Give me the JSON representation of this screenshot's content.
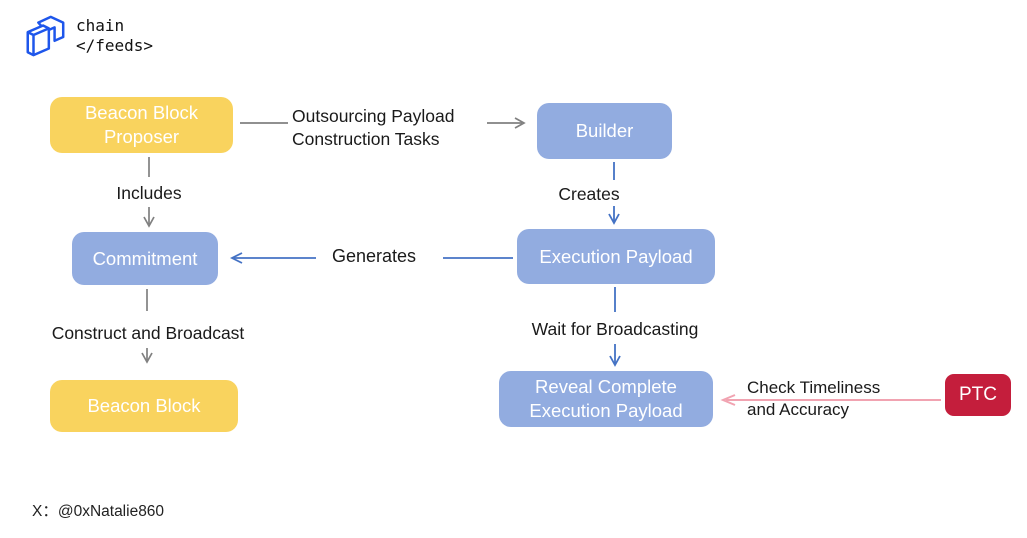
{
  "logo": {
    "line1": "chain",
    "line2": "</feeds>"
  },
  "nodes": {
    "beacon_block_proposer": {
      "label": "Beacon Block Proposer",
      "color": "#F9D35E"
    },
    "builder": {
      "label": "Builder",
      "color": "#92ACE0"
    },
    "commitment": {
      "label": "Commitment",
      "color": "#92ACE0"
    },
    "execution_payload": {
      "label": "Execution Payload",
      "color": "#92ACE0"
    },
    "beacon_block": {
      "label": "Beacon Block",
      "color": "#F9D35E"
    },
    "reveal_complete_execution_payload": {
      "label": "Reveal Complete Execution Payload",
      "color": "#92ACE0"
    },
    "ptc": {
      "label": "PTC",
      "color": "#C41E3C"
    }
  },
  "edges": {
    "outsourcing": {
      "label": "Outsourcing Payload Construction Tasks",
      "from": "beacon_block_proposer",
      "to": "builder",
      "color": "#808080"
    },
    "includes": {
      "label": "Includes",
      "from": "beacon_block_proposer",
      "to": "commitment",
      "color": "#808080"
    },
    "creates": {
      "label": "Creates",
      "from": "builder",
      "to": "execution_payload",
      "color": "#4472C4"
    },
    "generates": {
      "label": "Generates",
      "from": "execution_payload",
      "to": "commitment",
      "color": "#4472C4"
    },
    "construct_and_broadcast": {
      "label": "Construct and Broadcast",
      "from": "commitment",
      "to": "beacon_block",
      "color": "#808080"
    },
    "wait_for_broadcasting": {
      "label": "Wait for Broadcasting",
      "from": "execution_payload",
      "to": "reveal_complete_execution_payload",
      "color": "#4472C4"
    },
    "check_timeliness": {
      "label": "Check Timeliness and Accuracy",
      "from": "ptc",
      "to": "reveal_complete_execution_payload",
      "color": "#F1A3B1"
    }
  },
  "footer": {
    "handle": "X：@0xNatalie860"
  },
  "colors": {
    "logo_blue": "#1E56EB",
    "background": "#FFFFFF",
    "text": "#1A1A1A"
  }
}
